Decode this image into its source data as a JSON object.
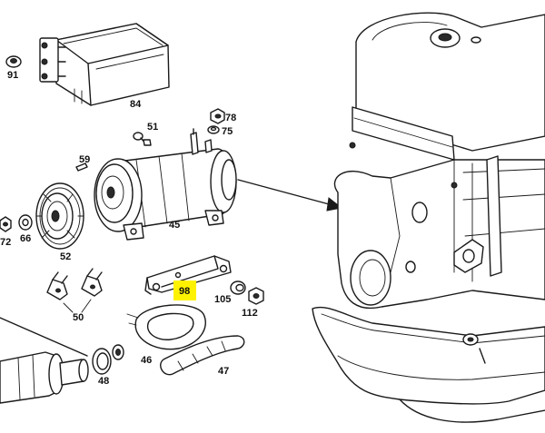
{
  "callouts": {
    "p91": "91",
    "p84": "84",
    "p51": "51",
    "p78": "78",
    "p75": "75",
    "p59": "59",
    "p45": "45",
    "p72": "72",
    "p66": "66",
    "p52": "52",
    "p98": "98",
    "p105": "105",
    "p112": "112",
    "p50": "50",
    "p46": "46",
    "p47": "47",
    "p48": "48"
  },
  "colors": {
    "highlight": "#fff200",
    "ink": "#1a1a1a"
  }
}
